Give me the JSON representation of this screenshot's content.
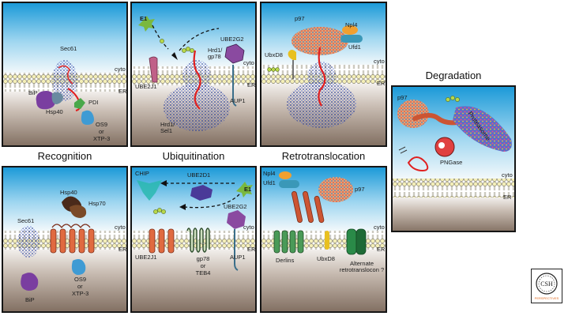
{
  "stages": {
    "recognition": "Recognition",
    "ubiquitination": "Ubiquitination",
    "retrotranslocation": "Retrotranslocation",
    "degradation": "Degradation"
  },
  "common": {
    "cyto": "cyto",
    "er": "ER"
  },
  "panels": {
    "rec_top": {
      "sec61": "Sec61",
      "bip": "BiP",
      "hsp40": "Hsp40",
      "pdi": "PDI",
      "os9": "OS9",
      "or": "or",
      "xtp3": "XTP-3"
    },
    "ubq_top": {
      "e1": "E1",
      "hrd1_gp78": "Hrd1/\ngp78",
      "ube2g2": "UBE2G2",
      "ube2j1": "UBE2J1",
      "aup1": "AUP1",
      "hrd1_sel1": "Hrd1/\nSel1"
    },
    "ret_top": {
      "p97": "p97",
      "npl4": "Npl4",
      "ufd1": "Ufd1",
      "ubxd8": "UbxD8"
    },
    "deg": {
      "p97": "p97",
      "proteasome": "Proteasome",
      "pngase": "PNGase"
    },
    "rec_bot": {
      "hsp40": "Hsp40",
      "hsp70": "Hsp70",
      "sec61": "Sec61",
      "bip": "BiP",
      "os9": "OS9",
      "or": "or",
      "xtp3": "XTP-3"
    },
    "ubq_bot": {
      "chip": "CHIP",
      "ube2d1": "UBE2D1",
      "e1": "E1",
      "ube2g2": "UBE2G2",
      "ube2j1": "UBE2J1",
      "gp78": "gp78",
      "or": "or",
      "teb4": "TEB4",
      "aup1": "AUP1"
    },
    "ret_bot": {
      "npl4": "Npl4",
      "ufd1": "Ufd1",
      "p97": "p97",
      "derlins": "Derlins",
      "ubxd8": "UbxD8",
      "alternate": "Alternate\nretrotranslocon ?"
    }
  },
  "logo": {
    "line1": "CSH",
    "line2": "PERSPECTIVES"
  },
  "colors": {
    "sky": "#2aa3dc",
    "er_lumen": "#8c7a6c",
    "membrane_head": "#f4efb8",
    "bip": "#7a3ea0",
    "hsp40": "#6a8aa0",
    "os9": "#3f9bd4",
    "pdi": "#4aa84a",
    "e1": "#7ab83f",
    "ube2g2": "#8a4aa0",
    "npl4": "#f0a030",
    "ufd1": "#3a98b8",
    "ubxd8": "#e8c020",
    "hsp70": "#6a4028",
    "ub": "#b8d84a",
    "derlin": "#4a9a58",
    "substrate": "#e02020",
    "proteasome": "#5a6ec8",
    "pngase": "#e04040",
    "tm_helix": "#e06a40"
  }
}
